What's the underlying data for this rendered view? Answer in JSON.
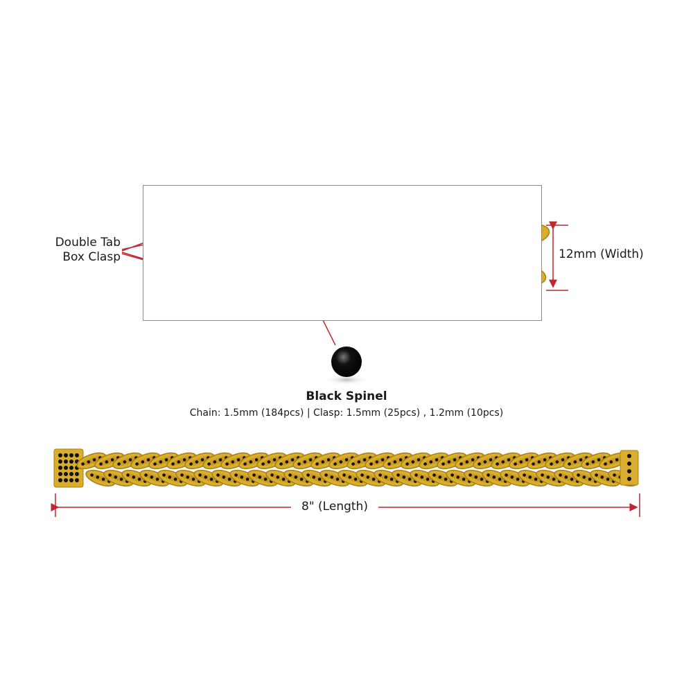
{
  "callouts": {
    "clasp_line1": "Double Tab",
    "clasp_line2": "Box Clasp",
    "width": "12mm (Width)",
    "length": "8\" (Length)"
  },
  "stone": {
    "name": "Black Spinel",
    "details": "Chain: 1.5mm (184pcs) | Clasp: 1.5mm (25pcs) , 1.2mm (10pcs)"
  },
  "colors": {
    "gold": "#d9ad2e",
    "gold_dark": "#a77f14",
    "stone": "#111111",
    "dimension": "#c0262d",
    "frame": "#8a8a8a"
  }
}
